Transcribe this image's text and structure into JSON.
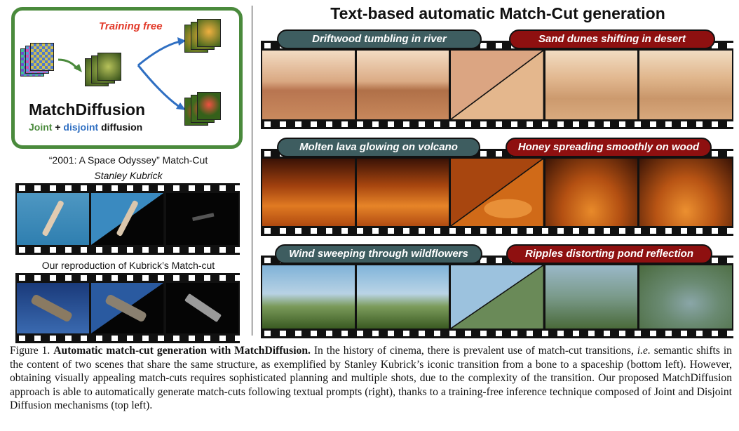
{
  "overview_box": {
    "training_free_label": "Training free",
    "method_name": "MatchDiffusion",
    "subtitle_joint": "Joint",
    "subtitle_plus": " + ",
    "subtitle_disjoint": "disjoint",
    "subtitle_tail": " diffusion"
  },
  "left": {
    "kubrick_caption": "“2001: A Space Odyssey” Match-Cut",
    "kubrick_author": "Stanley Kubrick",
    "reproduction_caption": "Our reproduction of Kubrick’s Match-cut"
  },
  "right": {
    "title": "Text-based automatic Match-Cut generation",
    "rows": [
      {
        "source_prompt": "Driftwood tumbling in river",
        "target_prompt": "Sand dunes shifting in desert"
      },
      {
        "source_prompt": "Molten lava glowing on volcano",
        "target_prompt": "Honey spreading smoothly on wood"
      },
      {
        "source_prompt": "Wind sweeping through wildflowers",
        "target_prompt": "Ripples distorting pond reflection"
      }
    ]
  },
  "caption": {
    "figure_label": "Figure 1.",
    "bold_title": "Automatic match-cut generation with MatchDiffusion.",
    "text_1": " In the history of cinema, there is prevalent use of match-cut transitions, ",
    "ie": "i.e.",
    "text_2": " semantic shifts in the content of two scenes that share the same structure, as exemplified by Stanley Kubrick’s iconic transition from a bone to a spaceship (bottom left). However, obtaining visually appealing match-cuts requires sophisticated planning and multiple shots, due to the complexity of the transition.  Our proposed MatchDiffusion approach is able to automatically generate match-cuts following textual prompts (right), thanks to a training-free inference technique composed of Joint and Disjoint Diffusion mechanisms (top left)."
  },
  "colors": {
    "frame_green": "#4a8a3c",
    "joint_green": "#4a8a3c",
    "disjoint_blue": "#2f6fc2",
    "training_free_red": "#e23a2a",
    "source_pill": "#3e5d60",
    "target_pill": "#8e1010"
  }
}
